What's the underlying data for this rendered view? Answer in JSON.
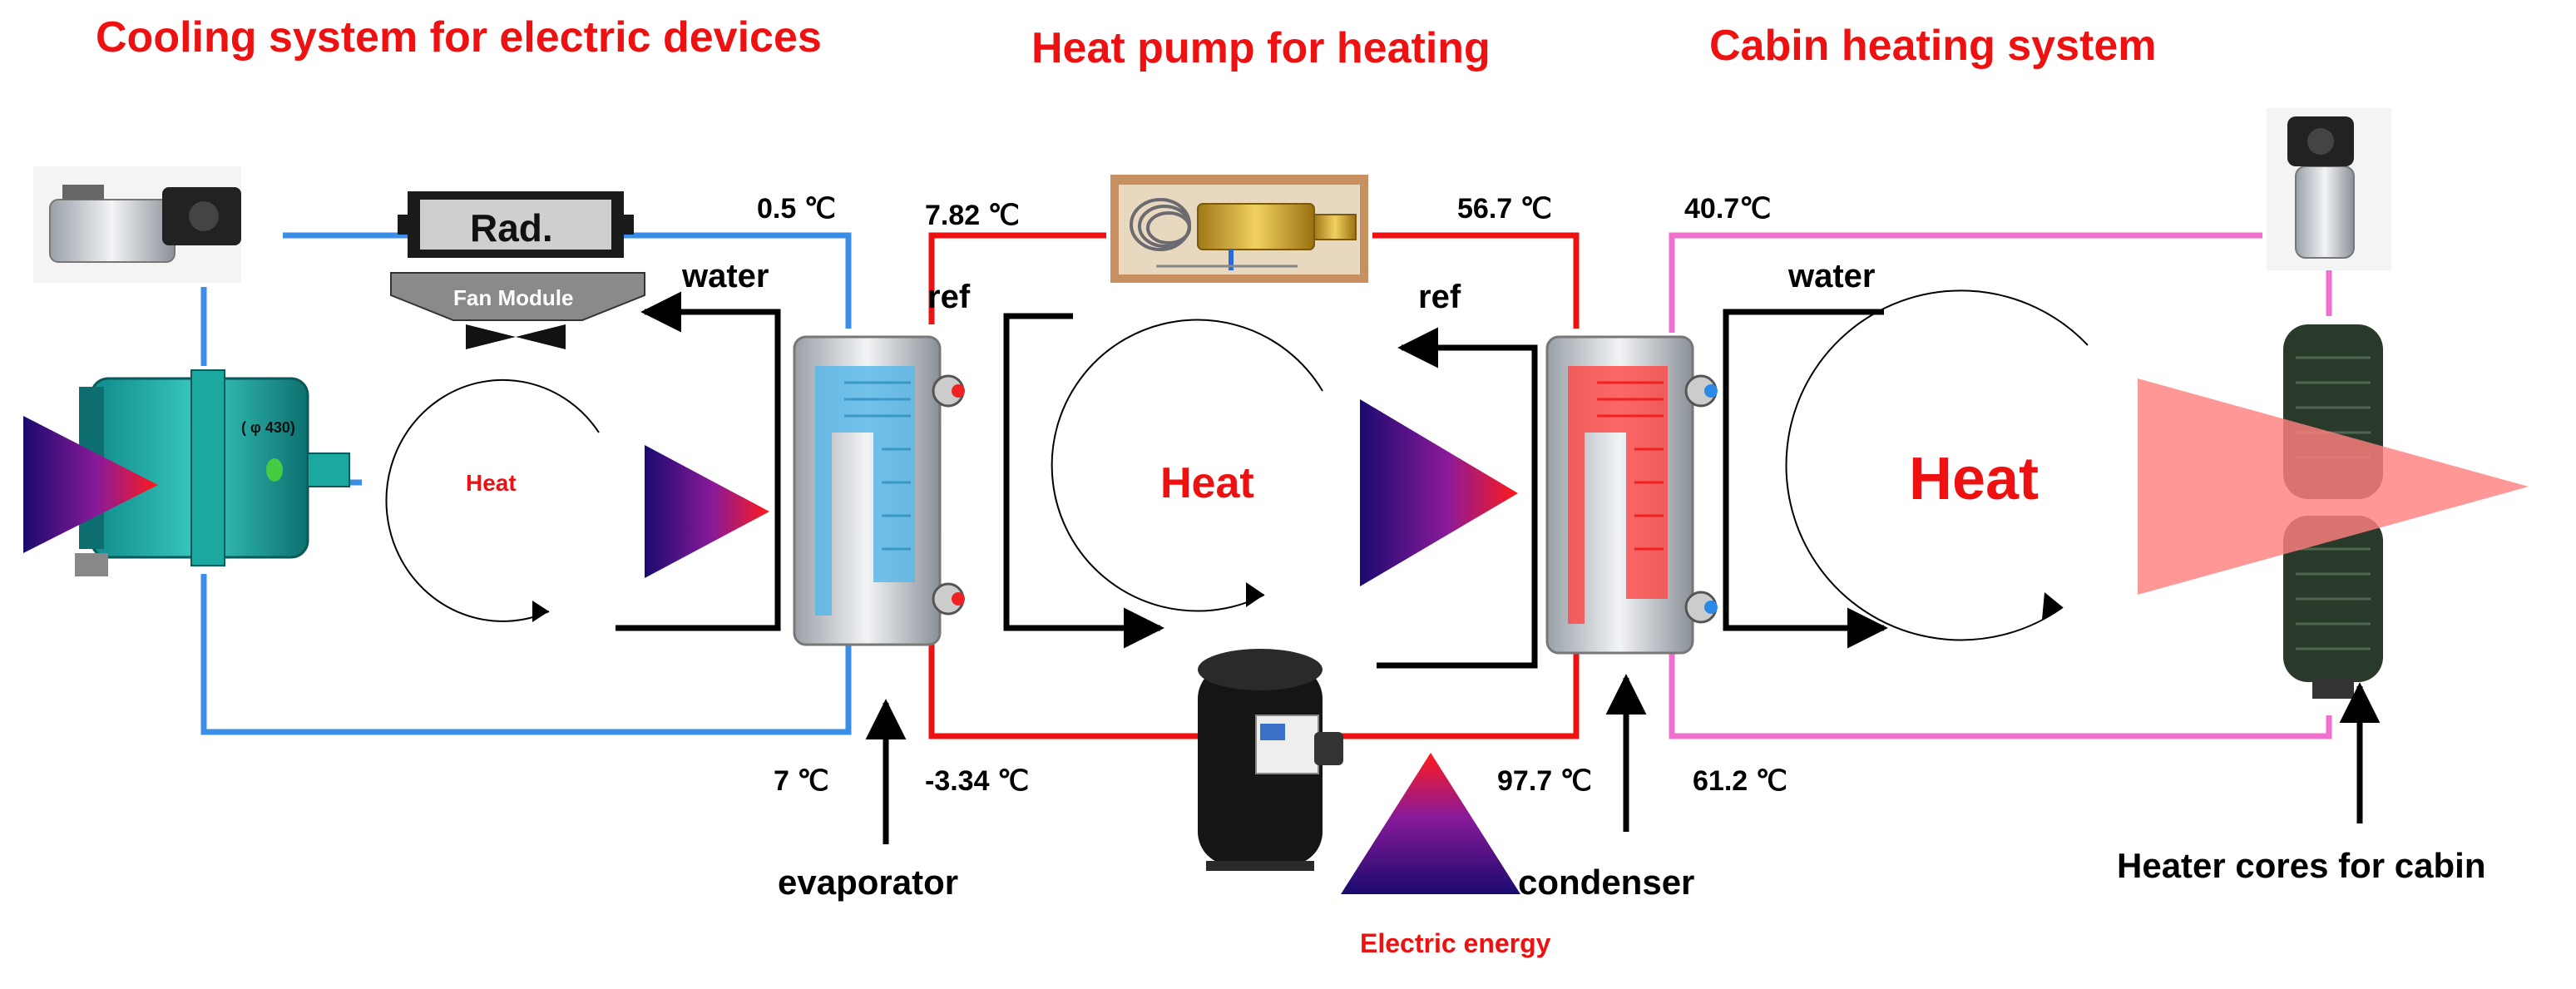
{
  "titles": {
    "cooling": "Cooling system for electric devices",
    "heatpump": "Heat pump for heating",
    "cabin": "Cabin heating system"
  },
  "temperatures": {
    "rad_out": "0.5 ℃",
    "evap_in_ref": "7.82 ℃",
    "cond_in_ref": "56.7 ℃",
    "cabin_top": "40.7℃",
    "cool_return": "7 ℃",
    "evap_out_ref": "-3.34 ℃",
    "cond_out_ref": "97.7 ℃",
    "cabin_bottom": "61.2 ℃"
  },
  "flows": {
    "water_left": "water",
    "ref_left": "ref",
    "ref_right": "ref",
    "water_right": "water"
  },
  "heat_labels": {
    "small": "Heat",
    "medium": "Heat",
    "large": "Heat"
  },
  "components": {
    "radiator": "Rad.",
    "fan_module": "Fan Module",
    "motor_marking": "( φ 430)",
    "evaporator": "evaporator",
    "condenser": "condenser",
    "electric_energy": "Electric energy",
    "heater_cores": "Heater cores for cabin"
  },
  "colors": {
    "cooling_loop": "#3a8ee8",
    "refrigerant_loop": "#ee1111",
    "cabin_loop": "#f070d0",
    "title_red": "#ee1111",
    "heat_red": "#ee1111",
    "gradient_start": "#1a0a6e",
    "gradient_end": "#ff1a1a",
    "cabin_heat_arrow": "#ff8080"
  }
}
